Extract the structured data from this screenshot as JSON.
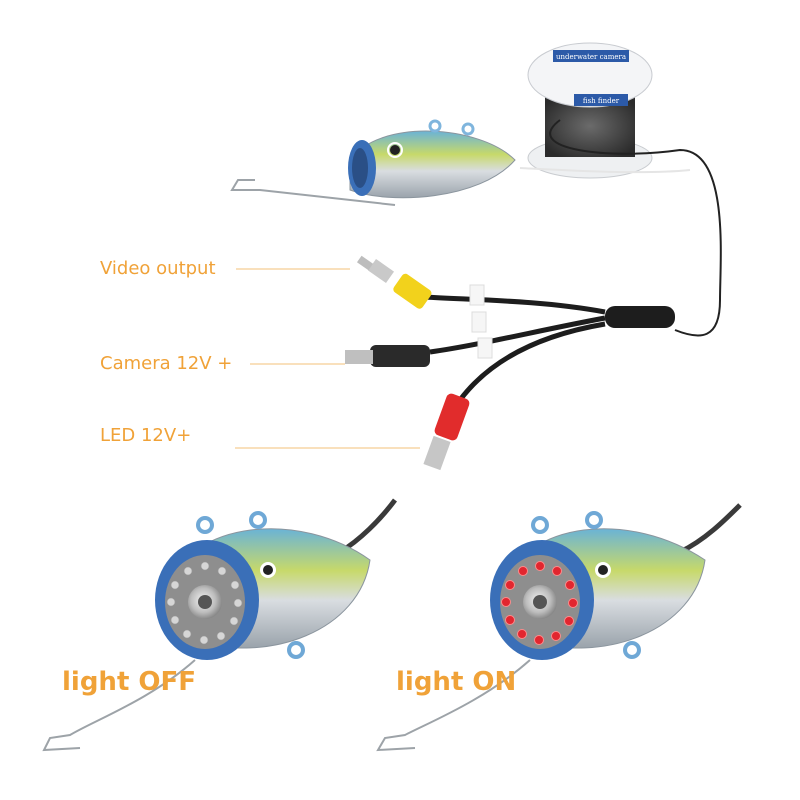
{
  "labels": {
    "video_output": "Video output",
    "camera_power": "Camera 12V +",
    "led_power": "LED 12V+",
    "light_off": "light OFF",
    "light_on": "light ON"
  },
  "spool": {
    "title": "underwater camera",
    "subtitle": "fish finder"
  },
  "colors": {
    "label": "#f0a238",
    "leader_line": "#f3c07a",
    "lens_ring": "#3a6fb8",
    "led_on": "#e2262f"
  },
  "icons": [
    "fish-camera-icon",
    "cable-spool-icon",
    "rca-plug-icon",
    "dc-plug-icon"
  ]
}
